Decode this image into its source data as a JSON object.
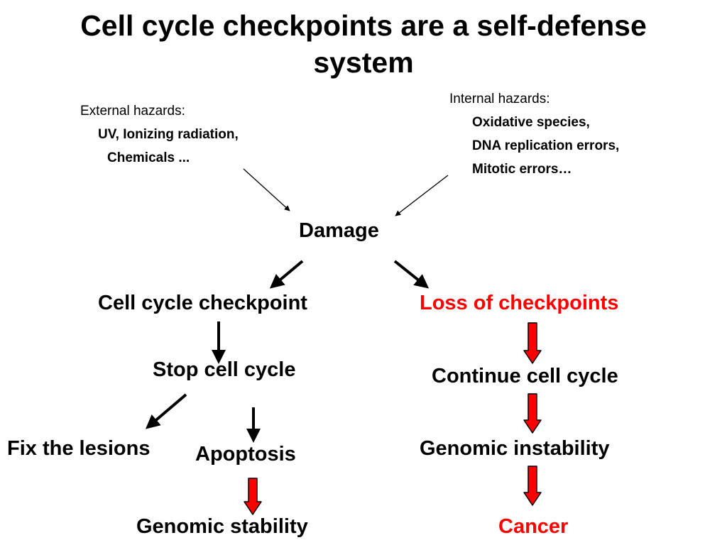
{
  "title": {
    "line1": "Cell cycle checkpoints are a self-defense",
    "line2": "system"
  },
  "external_hazards": {
    "heading": "External hazards:",
    "items": [
      "UV, Ionizing radiation,",
      "Chemicals ..."
    ]
  },
  "internal_hazards": {
    "heading": "Internal hazards:",
    "items": [
      "Oxidative species,",
      "DNA replication errors,",
      "Mitotic errors…"
    ]
  },
  "nodes": {
    "damage": "Damage",
    "checkpoint": "Cell cycle checkpoint",
    "loss": "Loss of checkpoints",
    "stop": "Stop cell cycle",
    "continue": "Continue cell cycle",
    "fix": "Fix the lesions",
    "apoptosis": "Apoptosis",
    "genomic_instability": "Genomic instability",
    "genomic_stability": "Genomic stability",
    "cancer": "Cancer"
  },
  "colors": {
    "text": "#000000",
    "alert": "#ff0000",
    "arrow_fill_red": "#ff0000",
    "arrow_stroke": "#000000"
  }
}
